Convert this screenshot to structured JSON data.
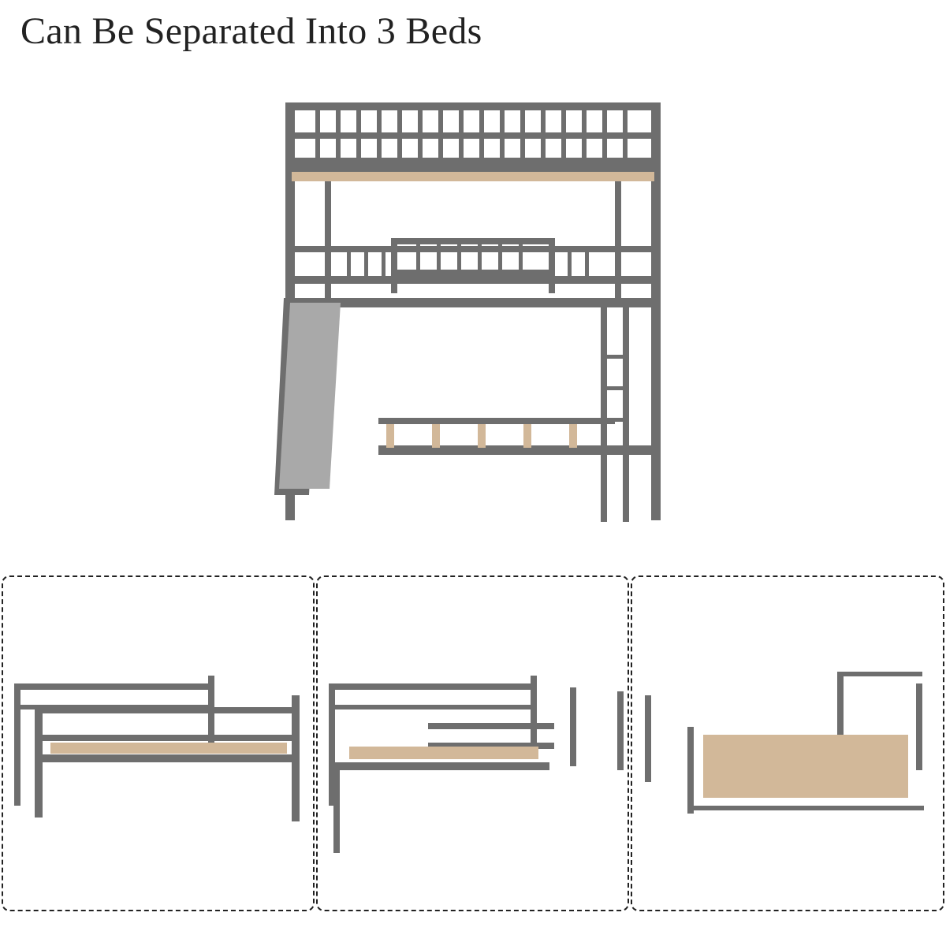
{
  "title": "Can Be Separated Into 3 Beds",
  "hero": {
    "alt": "triple bunk bed with slide and ladder, gray"
  },
  "panels": [
    {
      "alt": "top bunk bed as standalone full bed with guardrails"
    },
    {
      "alt": "middle bunk bed as standalone bed with guardrail and headboard"
    },
    {
      "alt": "bottom floor bed with headboard and footboard"
    }
  ],
  "colors": {
    "frame": "#6e6e6e",
    "slat": "#d2b899",
    "slide": "#a9a9a9"
  }
}
